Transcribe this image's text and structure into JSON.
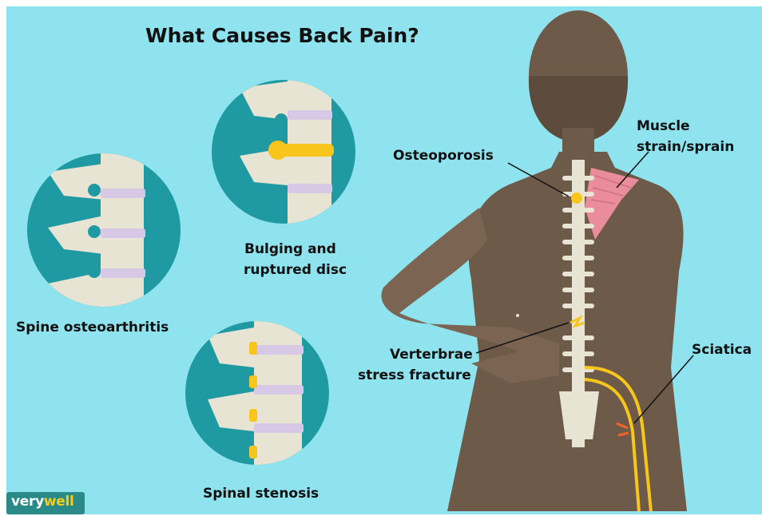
{
  "title": "What Causes Back Pain?",
  "labels": {
    "spine_osteoarthritis": "Spine osteoarthritis",
    "bulging_line1": "Bulging and",
    "bulging_line2": "ruptured disc",
    "spinal_stenosis": "Spinal stenosis",
    "osteoporosis": "Osteoporosis",
    "muscle_line1": "Muscle",
    "muscle_line2": "strain/sprain",
    "verterbrae_line1": "Verterbrae",
    "verterbrae_line2": "stress fracture",
    "sciatica": "Sciatica"
  },
  "brand": {
    "part1": "very",
    "part2": "well"
  },
  "colors": {
    "background": "#8fe3ee",
    "circle": "#1f9aa3",
    "skin": "#6e5a49",
    "bone": "#e7e4d4",
    "disc": "#d7c8e6",
    "highlight": "#f7c51c",
    "muscle": "#e98c9b"
  }
}
